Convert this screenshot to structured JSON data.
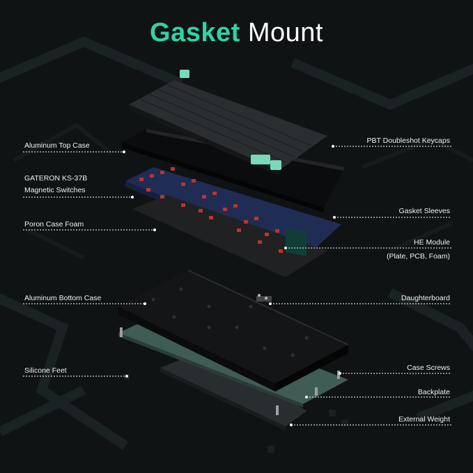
{
  "title": {
    "accent": "Gasket",
    "rest": "Mount"
  },
  "colors": {
    "accent": "#2fd3a4",
    "background": "#0f1314",
    "switch": "#c0322b",
    "label": "#f2f2f2"
  },
  "labels": {
    "top_case": "Aluminum Top Case",
    "switches_line1": "GATERON KS-37B",
    "switches_line2": "Magnetic Switches",
    "poron_foam": "Poron Case Foam",
    "bottom_case": "Aluminum Bottom Case",
    "silicone_feet": "Silicone Feet",
    "keycaps": "PBT Doubleshot Keycaps",
    "gasket_sleeves": "Gasket Sleeves",
    "he_module_line1": "HE Module",
    "he_module_line2": "(Plate, PCB, Foam)",
    "daughterboard": "Daughterboard",
    "case_screws": "Case Screws",
    "backplate": "Backplate",
    "external_weight": "External Weight"
  }
}
